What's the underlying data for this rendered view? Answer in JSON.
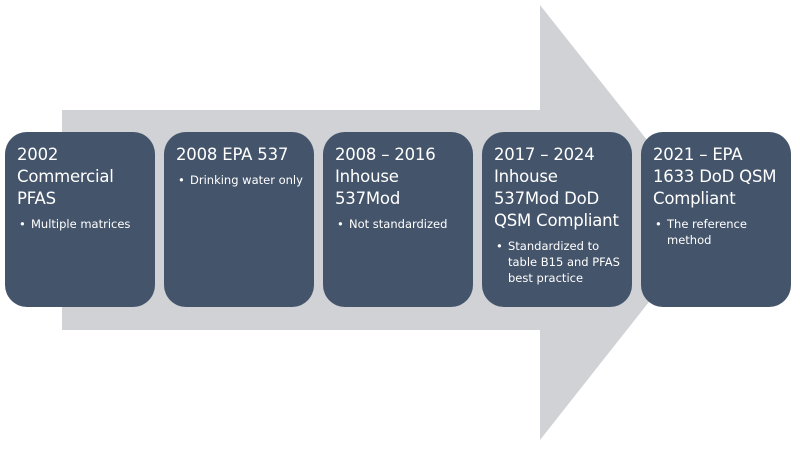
{
  "colors": {
    "box": "#44546a",
    "arrow": "#d0d2d6"
  },
  "stages": [
    {
      "title": "2002 Commercial PFAS",
      "bullet": "Multiple matrices"
    },
    {
      "title": "2008 EPA 537",
      "bullet": "Drinking water only"
    },
    {
      "title": "2008 – 2016 Inhouse 537Mod",
      "bullet": "Not standardized"
    },
    {
      "title": "2017 – 2024 Inhouse 537Mod DoD QSM Compliant",
      "bullet": "Standardized to table B15 and PFAS best practice"
    },
    {
      "title": "2021 – EPA 1633 DoD QSM Compliant",
      "bullet": "The reference method"
    }
  ]
}
